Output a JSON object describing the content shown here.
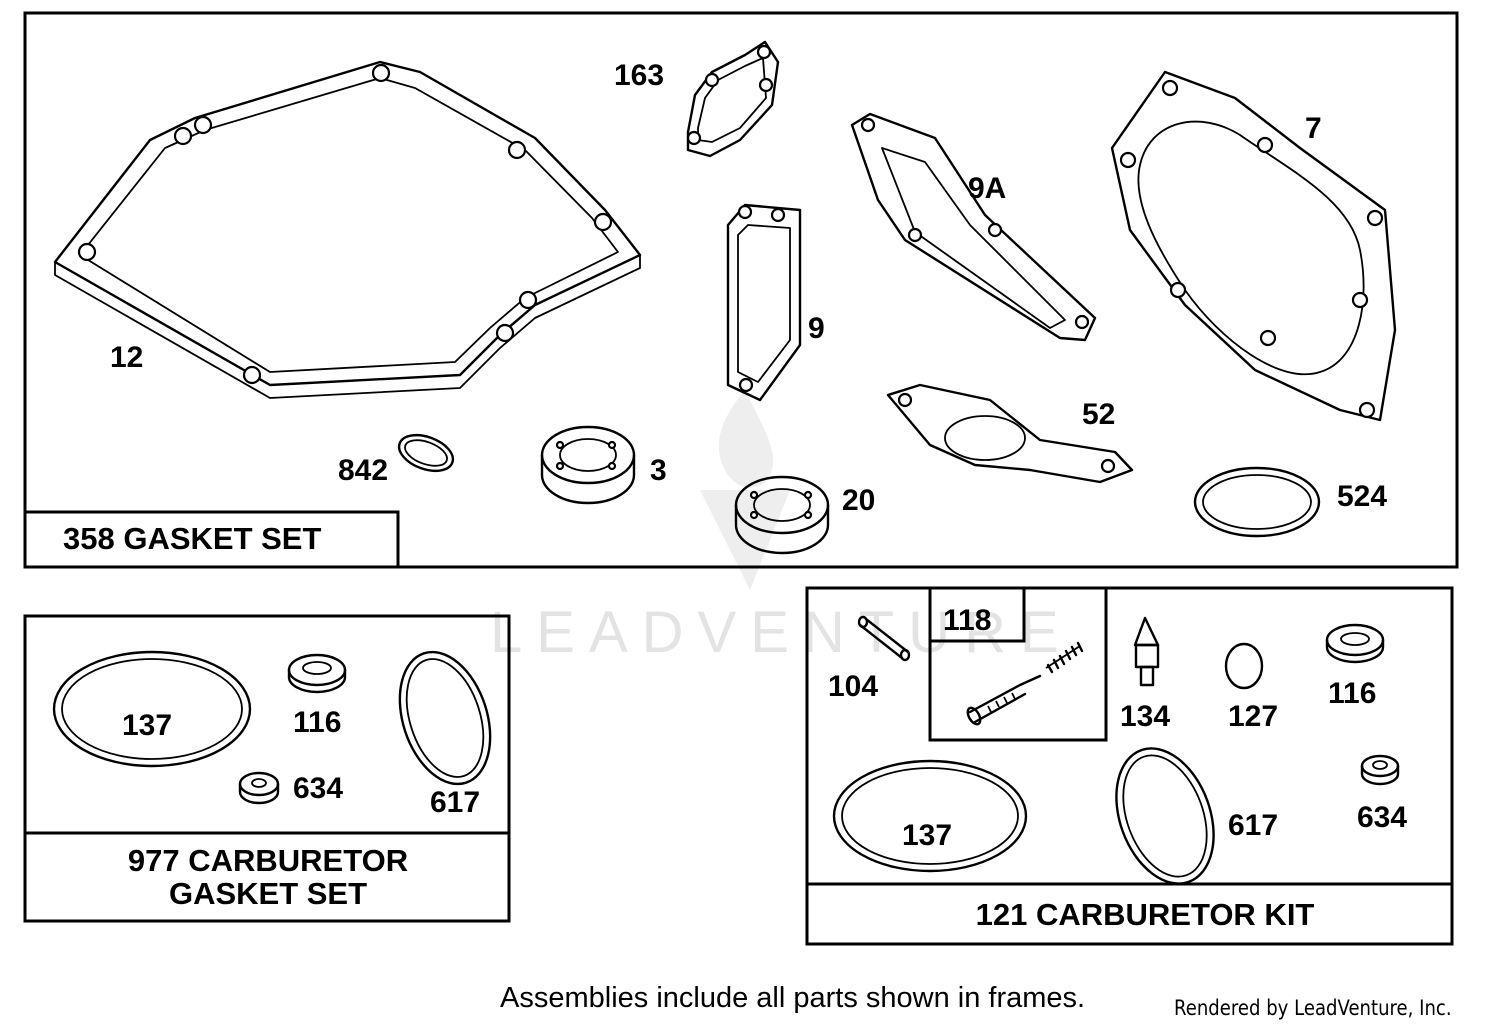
{
  "watermark": "LEADVENTURE",
  "kits": {
    "gasket_set": {
      "title": "358 GASKET SET"
    },
    "carb_gasket_set": {
      "title_line1": "977 CARBURETOR",
      "title_line2": "GASKET SET"
    },
    "carb_kit": {
      "title": "121 CARBURETOR KIT",
      "sub_frame_label": "118"
    }
  },
  "parts": {
    "p12": "12",
    "p163": "163",
    "p9": "9",
    "p9a": "9A",
    "p7": "7",
    "p842": "842",
    "p3": "3",
    "p20": "20",
    "p52": "52",
    "p524": "524",
    "p137a": "137",
    "p116a": "116",
    "p634a": "634",
    "p617a": "617",
    "p104": "104",
    "p134": "134",
    "p127": "127",
    "p116b": "116",
    "p137b": "137",
    "p617b": "617",
    "p634b": "634"
  },
  "footer": {
    "note": "Assemblies include all parts shown in frames.",
    "credit": "Rendered by LeadVenture, Inc."
  }
}
